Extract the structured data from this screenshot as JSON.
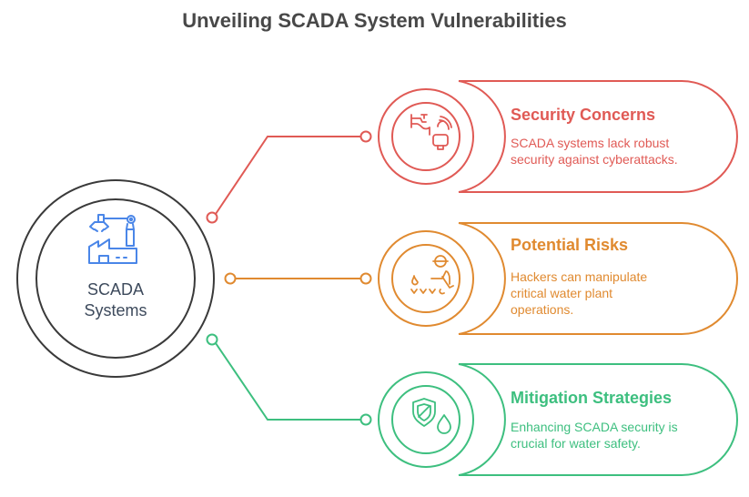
{
  "title": "Unveiling SCADA System Vulnerabilities",
  "center": {
    "label_line1": "SCADA",
    "label_line2": "Systems",
    "icon": "factory-robot-arm-icon",
    "stroke_color": "#3a3a3a",
    "icon_color": "#4a86e8"
  },
  "items": [
    {
      "heading": "Security Concerns",
      "description": "SCADA systems lack robust security against cyberattacks.",
      "icon": "faucet-wireless-icon",
      "color": "#e05a55"
    },
    {
      "heading": "Potential Risks",
      "description": "Hackers can manipulate critical water plant operations.",
      "icon": "farmer-planting-icon",
      "color": "#e08a30"
    },
    {
      "heading": "Mitigation Strategies",
      "description": "Enhancing SCADA security is crucial for water safety.",
      "icon": "shield-water-drop-icon",
      "color": "#3dbf7f"
    }
  ]
}
